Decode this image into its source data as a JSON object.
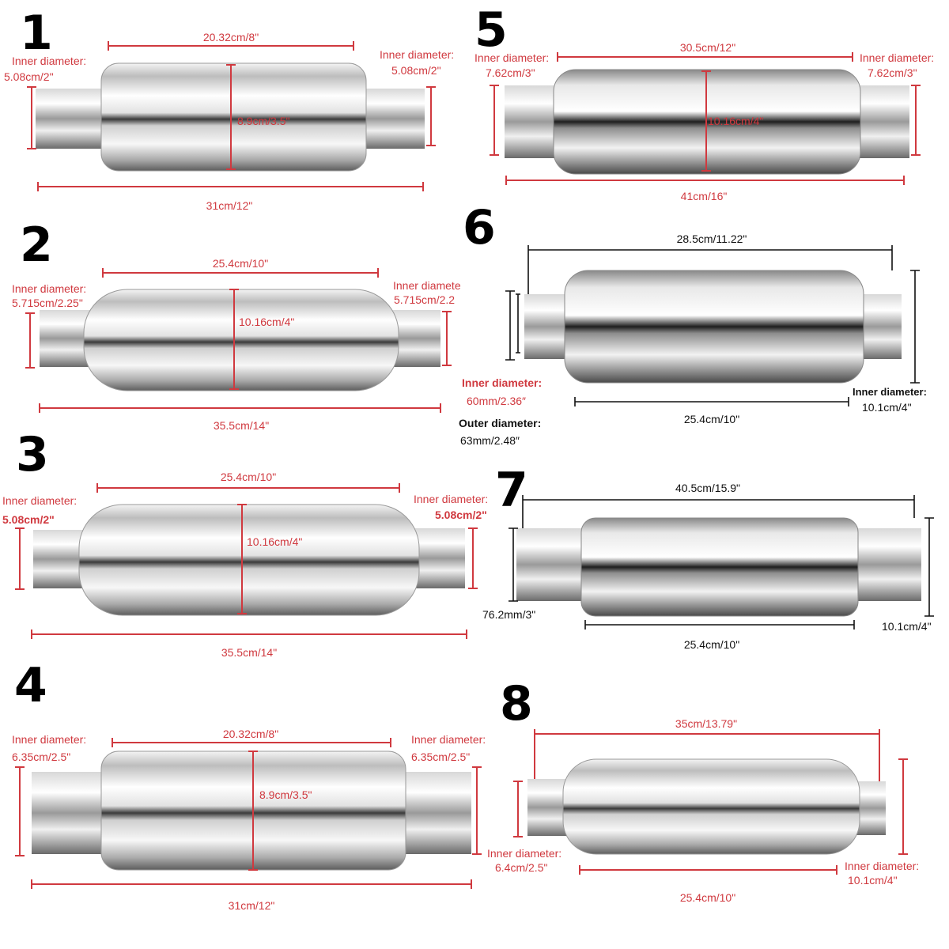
{
  "panels": [
    {
      "number": "1",
      "top": "20.32cm/8\"",
      "middle": "8.9cm/3.5\"",
      "bottom": "31cm/12\"",
      "left_label": "Inner diameter:",
      "left_value": "5.08cm/2\"",
      "right_label": "Inner diameter:",
      "right_value": "5.08cm/2\""
    },
    {
      "number": "2",
      "top": "25.4cm/10\"",
      "middle": "10.16cm/4\"",
      "bottom": "35.5cm/14\"",
      "left_label": "Inner diameter:",
      "left_value": "5.715cm/2.25\"",
      "right_label": "Inner diamete",
      "right_value": "5.715cm/2.2"
    },
    {
      "number": "3",
      "top": "25.4cm/10\"",
      "middle": "10.16cm/4\"",
      "bottom": "35.5cm/14\"",
      "left_label": "Inner diameter:",
      "left_value": "5.08cm/2\"",
      "right_label": "Inner diameter:",
      "right_value": "5.08cm/2\""
    },
    {
      "number": "4",
      "top": "20.32cm/8\"",
      "middle": "8.9cm/3.5\"",
      "bottom": "31cm/12\"",
      "left_label": "Inner diameter:",
      "left_value": "6.35cm/2.5\"",
      "right_label": "Inner diameter:",
      "right_value": "6.35cm/2.5\""
    },
    {
      "number": "5",
      "top": "30.5cm/12\"",
      "middle": "10.16cm/4\"",
      "bottom": "41cm/16\"",
      "left_label": "Inner diameter:",
      "left_value": "7.62cm/3\"",
      "right_label": "Inner diameter:",
      "right_value": "7.62cm/3\""
    },
    {
      "number": "6",
      "top": "28.5cm/11.22\"",
      "body_length": "25.4cm/10\"",
      "inner_label": "Inner diameter:",
      "inner_value": "60mm/2.36″",
      "outer_label": "Outer diameter:",
      "outer_value": "63mm/2.48″",
      "right_label": "Inner diameter:",
      "right_value": "10.1cm/4\""
    },
    {
      "number": "7",
      "top": "40.5cm/15.9\"",
      "body_length": "25.4cm/10\"",
      "left_value": "76.2mm/3\"",
      "right_value": "10.1cm/4\""
    },
    {
      "number": "8",
      "top": "35cm/13.79\"",
      "body_length": "25.4cm/10\"",
      "left_label": "Inner diameter:",
      "left_value": "6.4cm/2.5\"",
      "right_label": "Inner diameter:",
      "right_value": "10.1cm/4\""
    }
  ]
}
